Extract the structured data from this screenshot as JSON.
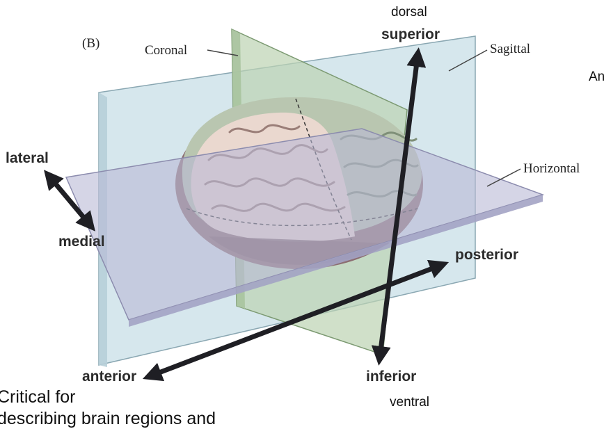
{
  "figure": {
    "panel_label": "(B)",
    "planes": {
      "coronal": "Coronal",
      "sagittal": "Sagittal",
      "horizontal": "Horizontal"
    },
    "axes": {
      "superior": "superior",
      "dorsal": "dorsal",
      "inferior": "inferior",
      "ventral": "ventral",
      "lateral": "lateral",
      "medial": "medial",
      "anterior": "anterior",
      "posterior": "posterior"
    },
    "cut_text": "An"
  },
  "caption": {
    "line1": "Critical for",
    "line2": "describing brain regions and"
  },
  "colors": {
    "sagittal_plane": "#cfe3ea",
    "coronal_plane": "#bcd3b2",
    "horizontal_plane": "#b9b9d6",
    "arrow": "#1f1f24",
    "brain_light": "#ead8cf",
    "brain_dark": "#8c6e72"
  }
}
